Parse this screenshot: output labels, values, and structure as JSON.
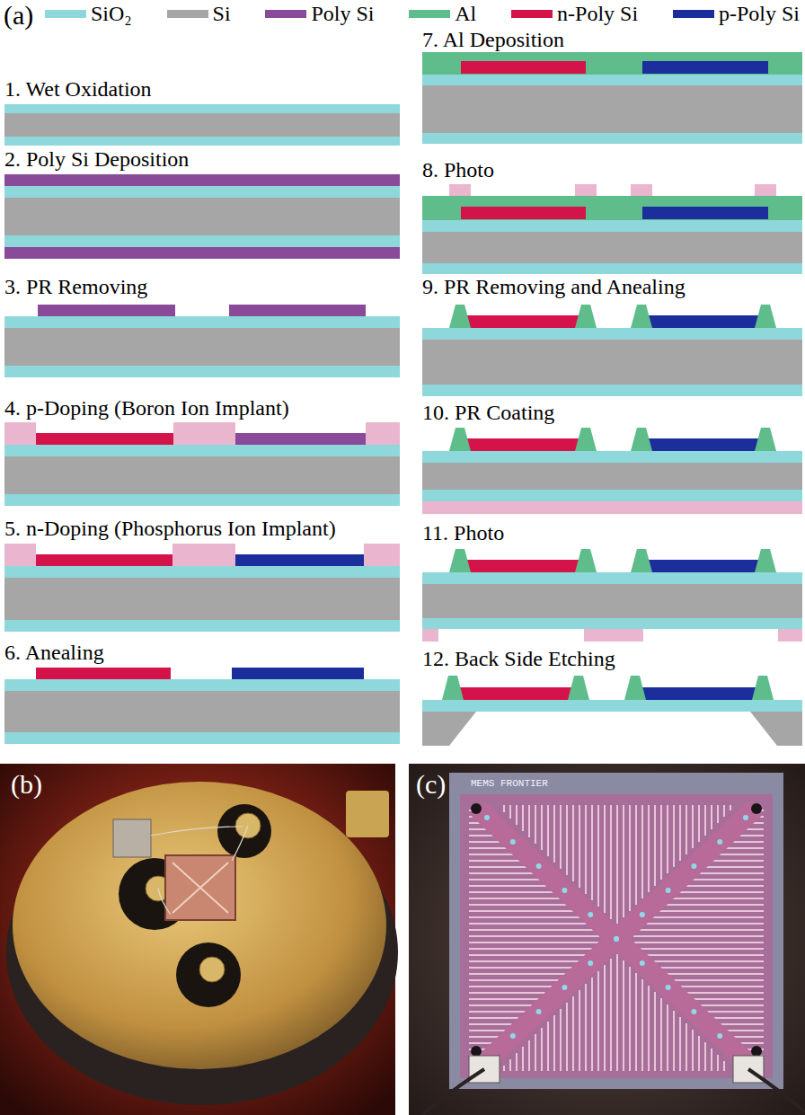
{
  "diagram": {
    "labels": [
      "(a)",
      "1. Wet Oxidation",
      "2. Poly Si Deposition",
      "3. PR Removing",
      "4. p-Doping (Boron Ion Implant)",
      "5. n-Doping (Phosphorus Ion Implant)",
      "6. Anealing",
      "7. Al Deposition",
      "8. Photo",
      "9. PR Removing and Anealing",
      "10. PR Coating",
      "11. Photo",
      "12. Back Side Etching",
      "(b)",
      "(c)",
      "MEMS FRONTIER"
    ],
    "legend": [
      {
        "text": "SiO₂",
        "color": "#8ed7db"
      },
      {
        "text": "Si",
        "color": "#a6a6a6"
      },
      {
        "text": "Poly Si",
        "color": "#8a4a9a"
      },
      {
        "text": "Al",
        "color": "#5ebd8b"
      },
      {
        "text": "n-Poly Si",
        "color": "#d5134b"
      },
      {
        "text": "p-Poly Si",
        "color": "#1c2e9c"
      }
    ]
  }
}
